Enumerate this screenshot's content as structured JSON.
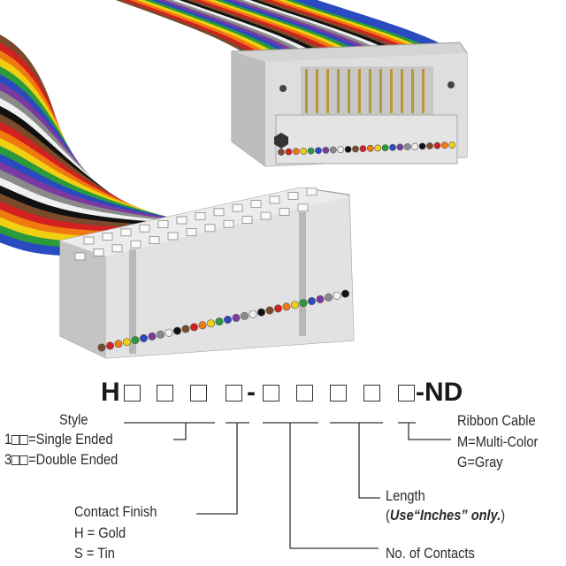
{
  "part_number": {
    "prefix": "H",
    "separator": "-",
    "suffix": "-ND"
  },
  "fields": {
    "style": {
      "title": "Style",
      "option1_code": "1",
      "option1_label": "=Single Ended",
      "option2_code": "3",
      "option2_label": "=Double Ended"
    },
    "contact_finish": {
      "title": "Contact Finish",
      "option1": "H = Gold",
      "option2": "S = Tin"
    },
    "contacts": {
      "title": "No. of Contacts"
    },
    "length": {
      "title": "Length",
      "note_open": "(",
      "note_bold": "Use“Inches” only.",
      "note_close": ")"
    },
    "ribbon": {
      "title": "Ribbon Cable",
      "option1": "M=Multi-Color",
      "option2": "G=Gray"
    }
  },
  "ribbon_colors": [
    "#7a4a2a",
    "#d42020",
    "#f07a10",
    "#f0d010",
    "#2a9a3a",
    "#2a4ac0",
    "#7a3aa0",
    "#8a8a8a",
    "#f0f0f0",
    "#111111"
  ]
}
